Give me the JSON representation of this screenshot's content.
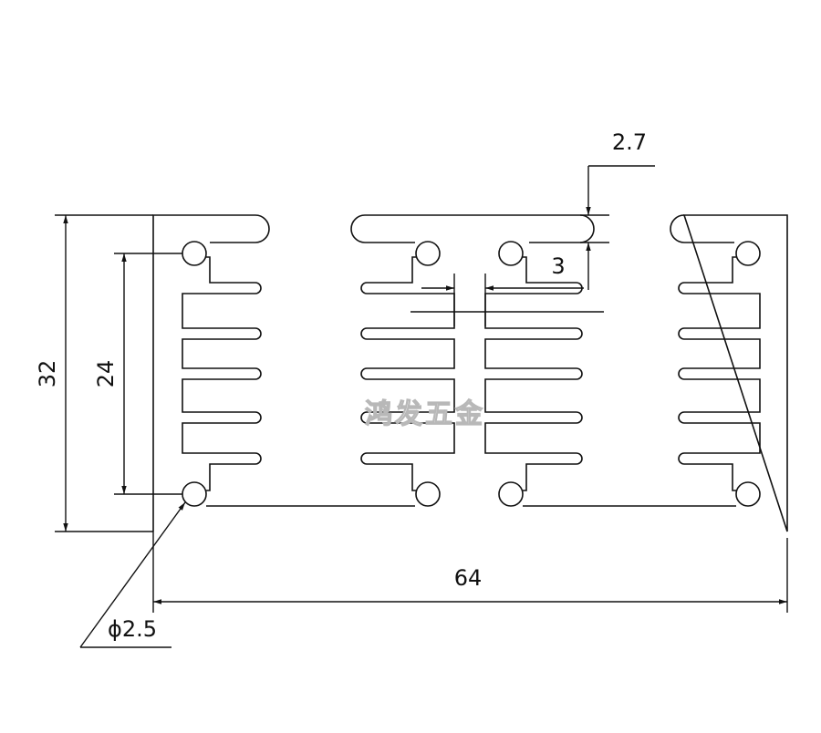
{
  "dimensions": {
    "height_outer": "32",
    "height_inner": "24",
    "width": "64",
    "base_thickness": "2.7",
    "fin_gap": "3",
    "hole_diameter": "ϕ2.5"
  },
  "watermark": "鸿发五金",
  "colors": {
    "line": "#111111",
    "background": "#ffffff"
  }
}
